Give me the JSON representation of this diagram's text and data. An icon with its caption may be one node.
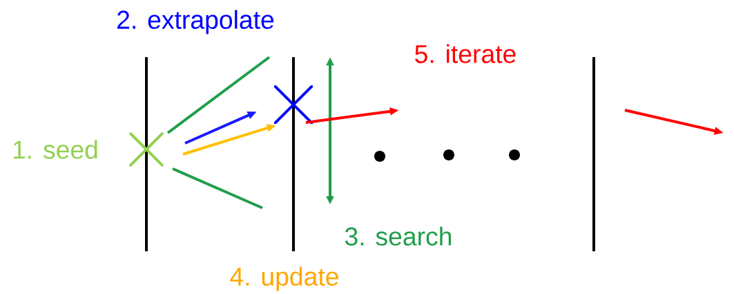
{
  "diagram": {
    "nodes": [
      {
        "text": [],
        "shape": "cross"
      },
      {
        "text": [],
        "shape": "cross"
      }
    ],
    "edges": [
      {
        "from": 0,
        "to": 1,
        "arrow": "to",
        "color": "#1a1aff"
      },
      {
        "from": 0,
        "to": 1,
        "arrow": "to",
        "color": "#ffc000"
      },
      {
        "from": 1,
        "to": null,
        "arrow": "to",
        "color": "#ff0000"
      }
    ],
    "labels": [
      "2. extrapolate",
      "5. iterate",
      "1. seed",
      "3. search",
      "4. update"
    ]
  }
}
